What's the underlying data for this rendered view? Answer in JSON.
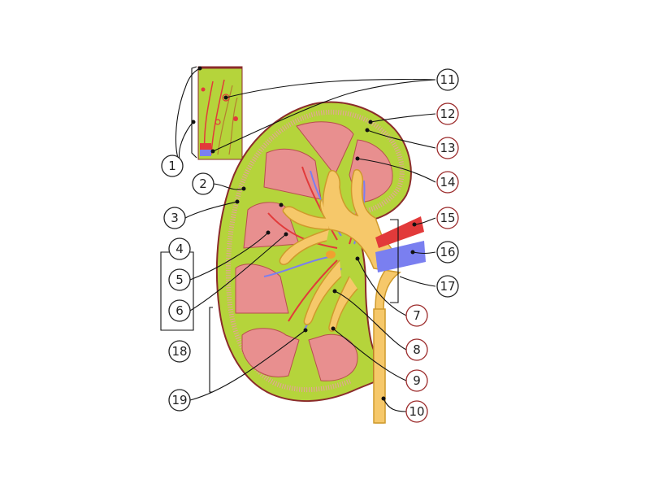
{
  "diagram": {
    "labels": [
      "1",
      "2",
      "3",
      "4",
      "5",
      "6",
      "7",
      "8",
      "9",
      "10",
      "11",
      "12",
      "13",
      "14",
      "15",
      "16",
      "17",
      "18",
      "19"
    ],
    "colors": {
      "cortex": "#b5d43b",
      "cortex_outline": "#8b2b2b",
      "pyramid": "#e88f8f",
      "pelvis": "#f6c86a",
      "artery": "#e23a3a",
      "vein": "#7a7ff0",
      "callout_black": "#222222",
      "callout_red": "#9b2a2a"
    }
  }
}
